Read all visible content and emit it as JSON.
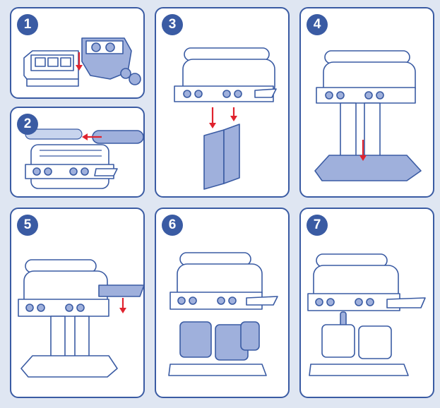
{
  "steps": [
    {
      "number": "1"
    },
    {
      "number": "2"
    },
    {
      "number": "3"
    },
    {
      "number": "4"
    },
    {
      "number": "5"
    },
    {
      "number": "6"
    },
    {
      "number": "7"
    }
  ],
  "colors": {
    "accent": "#3a5ba3",
    "background": "#dfe6f2",
    "part_fill": "#9fb0dc",
    "arrow": "#e0232e"
  }
}
